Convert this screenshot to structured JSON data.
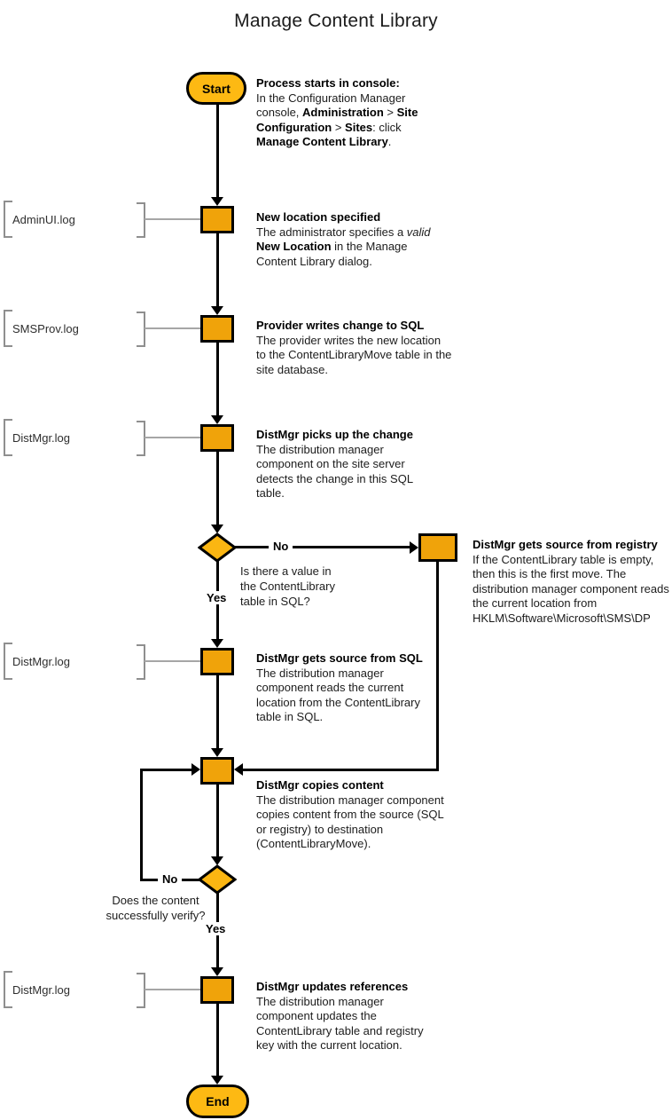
{
  "title": "Manage Content Library",
  "colors": {
    "node_fill": "#F0A30A",
    "terminal_fill": "#FDB913",
    "diamond_fill": "#FBB612",
    "stroke": "#000000",
    "bracket": "#8F8F8F",
    "connector_gray": "#A6A6A6"
  },
  "terminals": {
    "start": "Start",
    "end": "End"
  },
  "logs": [
    {
      "label": "AdminUI.log"
    },
    {
      "label": "SMSProv.log"
    },
    {
      "label": "DistMgr.log"
    },
    {
      "label": "DistMgr.log"
    },
    {
      "label": "DistMgr.log"
    }
  ],
  "steps": {
    "start_note": {
      "heading": "Process starts in console:",
      "seg": {
        "s0": "In the Configuration Manager console, ",
        "s1": "Administration",
        "s2": " > ",
        "s3": "Site Configuration",
        "s4": " > ",
        "s5": "Sites",
        "s6": ": click ",
        "s7": "Manage Content Library",
        "s8": "."
      }
    },
    "new_location": {
      "heading": "New location specified",
      "seg": {
        "s0": "The administrator specifies a ",
        "s1": "valid",
        "s2": " ",
        "s3": "New Location",
        "s4": " in the Manage Content Library dialog."
      }
    },
    "provider_writes": {
      "heading": "Provider writes change to SQL",
      "body": "The provider writes the new location to the ContentLibraryMove table in the site database."
    },
    "distmgr_picks": {
      "heading": "DistMgr picks up the change",
      "body": "The distribution manager component on the site server detects the change in this SQL table."
    },
    "registry": {
      "heading": "DistMgr gets source from registry",
      "body": "If the ContentLibrary table is empty, then this is the first move. The distribution manager component reads the current location from HKLM\\Software\\Microsoft\\SMS\\DP"
    },
    "from_sql": {
      "heading": "DistMgr gets source from SQL",
      "body": "The distribution manager component reads the current location from the ContentLibrary table in SQL."
    },
    "copies": {
      "heading": "DistMgr copies content",
      "body": "The distribution manager component copies content from the source (SQL or registry) to destination (ContentLibraryMove)."
    },
    "updates": {
      "heading": "DistMgr updates references",
      "body": "The distribution manager component updates the ContentLibrary table and registry key with the current location."
    }
  },
  "decisions": {
    "d1": {
      "question": "Is there a value in the ContentLibrary table in SQL?",
      "no": "No",
      "yes": "Yes"
    },
    "d2": {
      "question": "Does the content successfully verify?",
      "no": "No",
      "yes": "Yes"
    }
  }
}
